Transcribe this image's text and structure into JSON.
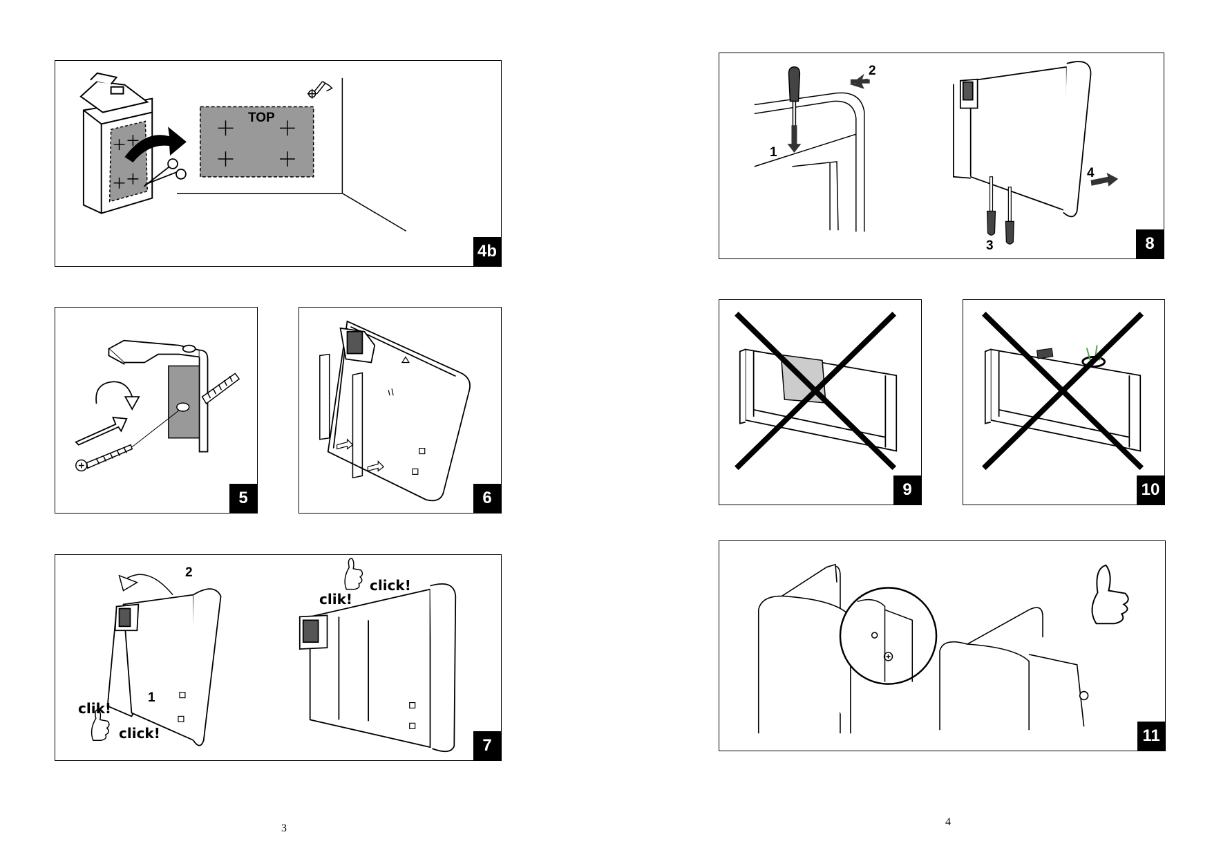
{
  "pages": {
    "left_number": "3",
    "right_number": "4"
  },
  "panels": {
    "p4b": {
      "badge": "4b",
      "top_label": "TOP"
    },
    "p5": {
      "badge": "5"
    },
    "p6": {
      "badge": "6"
    },
    "p7": {
      "badge": "7",
      "step_1": "1",
      "step_2": "2",
      "clik_a": "clik!",
      "click_a": "click!",
      "clik_b": "clik!",
      "click_b": "click!"
    },
    "p8": {
      "badge": "8",
      "step_1": "1",
      "step_2": "2",
      "step_3": "3",
      "step_4": "4"
    },
    "p9": {
      "badge": "9"
    },
    "p10": {
      "badge": "10"
    },
    "p11": {
      "badge": "11"
    }
  },
  "icons": [
    "scissors-icon",
    "arrow-icon",
    "pencil-marker-icon",
    "screwdriver-icon",
    "thumbs-up-icon",
    "cross-icon"
  ],
  "colors": {
    "ink": "#000000",
    "template_gray": "#999999",
    "paper": "#ffffff"
  }
}
